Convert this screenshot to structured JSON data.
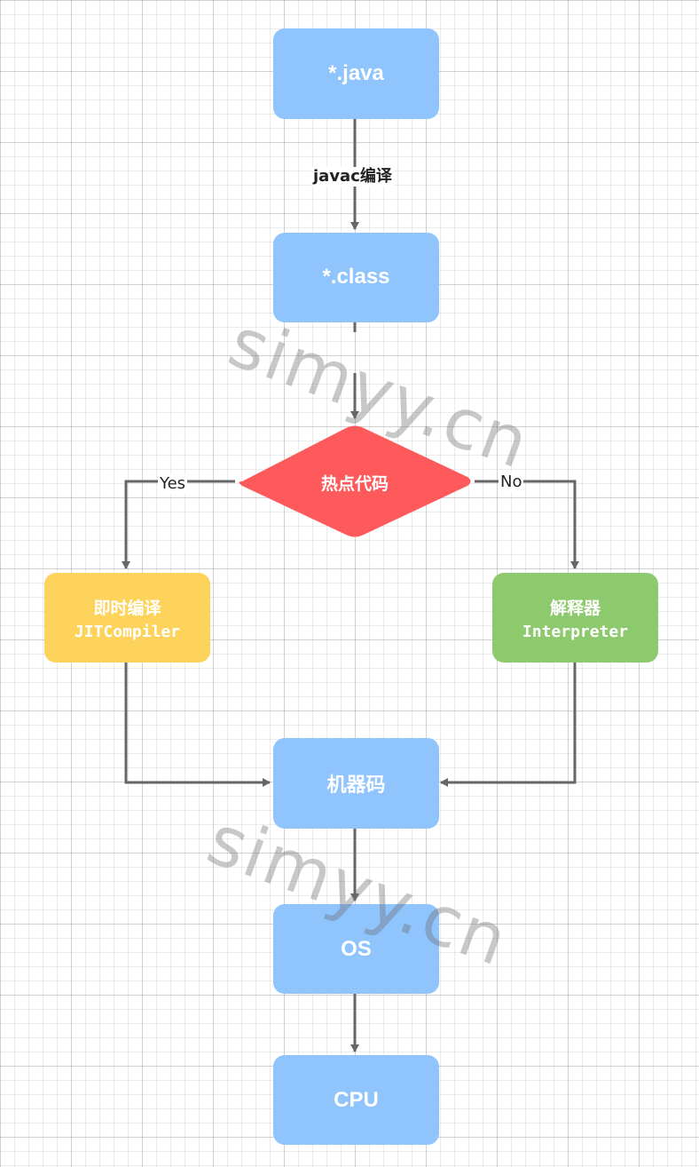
{
  "nodes": {
    "java": {
      "label": "*.java"
    },
    "class": {
      "label": "*.class"
    },
    "hotspot": {
      "label": "热点代码"
    },
    "jit": {
      "label_cn": "即时编译",
      "label_en": "JITCompiler"
    },
    "interpreter": {
      "label_cn": "解释器",
      "label_en": "Interpreter"
    },
    "machine_code": {
      "label": "机器码"
    },
    "os": {
      "label": "OS"
    },
    "cpu": {
      "label": "CPU"
    }
  },
  "edges": {
    "javac": {
      "label": "javac编译"
    },
    "yes": {
      "label": "Yes"
    },
    "no": {
      "label": "No"
    }
  },
  "watermarks": [
    "simyy.cn",
    "simyy.cn"
  ],
  "colors": {
    "blue_box": "#8fc4fd",
    "diamond": "#fe5a5b",
    "jit_box": "#fed35c",
    "interpreter_box": "#8dca6e",
    "arrow": "#666666",
    "watermark": "#9a9a9a"
  }
}
